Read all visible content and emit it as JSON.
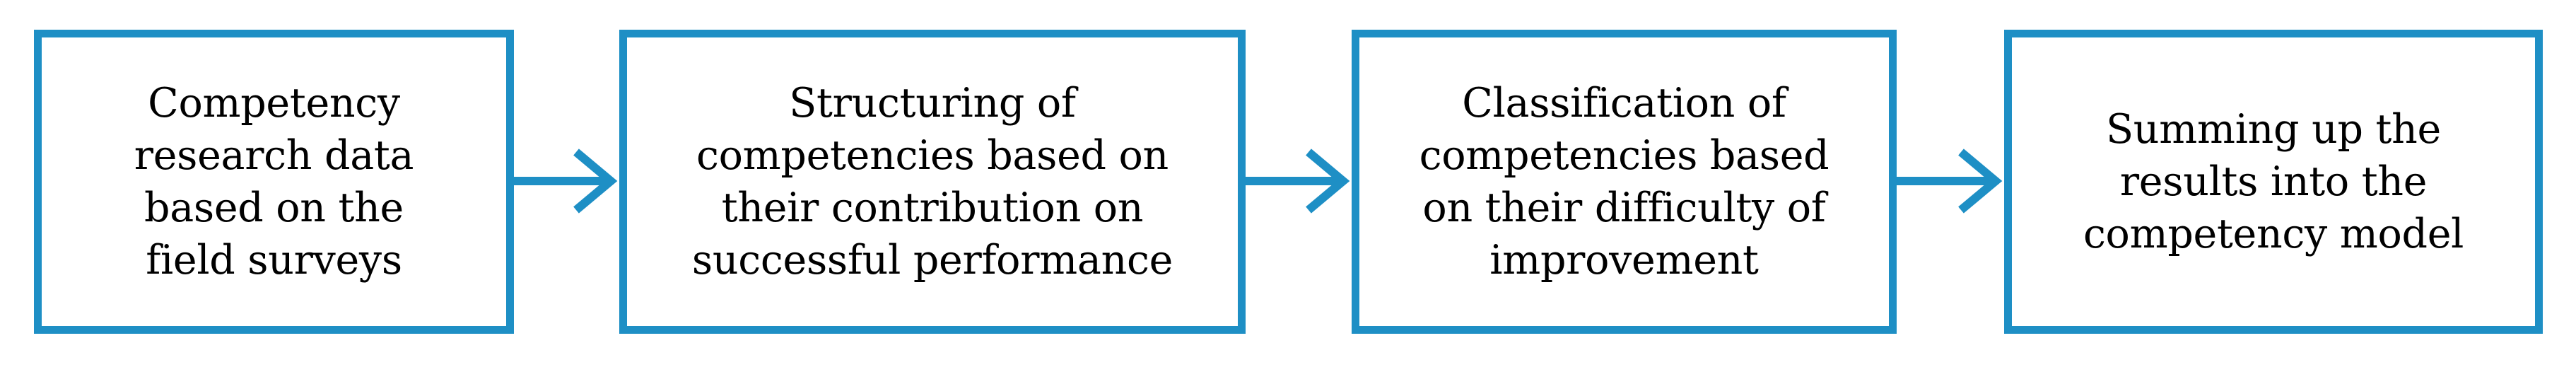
{
  "diagram": {
    "type": "horizontal-process-flow",
    "title": "",
    "accent_color": "#1e8fc5",
    "background_color": "#ffffff",
    "text_color": "#000000",
    "steps": [
      {
        "index": 1,
        "text": "Competency\nresearch data\nbased on the\nfield surveys",
        "lines": [
          "Competency",
          "research data",
          "based on the",
          "field surveys"
        ]
      },
      {
        "index": 2,
        "text": "Structuring of\ncompetencies based on\ntheir contribution on\nsuccessful performance",
        "lines": [
          "Structuring of",
          "competencies based on",
          "their contribution on",
          "successful performance"
        ]
      },
      {
        "index": 3,
        "text": "Classification of\ncompetencies based\non their difficulty of\nimprovement",
        "lines": [
          "Classification of",
          "competencies based",
          "on their difficulty of",
          "improvement"
        ]
      },
      {
        "index": 4,
        "text": "Summing up the\nresults into the\ncompetency model",
        "lines": [
          "Summing up the",
          "results into the",
          "competency model"
        ]
      }
    ],
    "connectors": [
      {
        "from": 1,
        "to": 2,
        "icon": "arrow-right-icon"
      },
      {
        "from": 2,
        "to": 3,
        "icon": "arrow-right-icon"
      },
      {
        "from": 3,
        "to": 4,
        "icon": "arrow-right-icon"
      }
    ]
  }
}
